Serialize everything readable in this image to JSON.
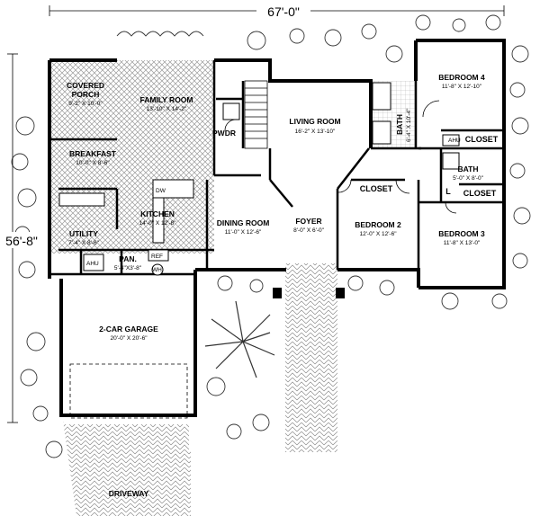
{
  "overall": {
    "width": "67'-0\"",
    "depth": "56'-8\""
  },
  "rooms": {
    "covered_porch": {
      "name_line1": "COVERED",
      "name_line2": "PORCH",
      "dims": "9'-2\" X 10'-0\""
    },
    "family_room": {
      "name": "FAMILY ROOM",
      "dims": "13'-10\" X 14'-2\""
    },
    "pwdr": {
      "name": "PWDR"
    },
    "living_room": {
      "name": "LIVING ROOM",
      "dims": "16'-2\" X 13'-10\""
    },
    "breakfast": {
      "name": "BREAKFAST",
      "dims": "10'-0\" X 8'-6\""
    },
    "kitchen": {
      "name": "KITCHEN",
      "dims": "14'-0\" X 12'-8\""
    },
    "dining_room": {
      "name": "DINING ROOM",
      "dims": "11'-0\" X 12'-6\""
    },
    "foyer": {
      "name": "FOYER",
      "dims": "8'-0\" X 6'-0\""
    },
    "utility": {
      "name": "UTILITY",
      "dims": "7'-4\" X 8'-6\""
    },
    "pan": {
      "name": "PAN.",
      "dims": "5'-4\"X3'-8\""
    },
    "garage": {
      "name": "2-CAR GARAGE",
      "dims": "20'-0\" X 20'-6\""
    },
    "driveway": {
      "name": "DRIVEWAY"
    },
    "bedroom2": {
      "name": "BEDROOM 2",
      "dims": "12'-0\" X 12'-6\""
    },
    "bedroom3": {
      "name": "BEDROOM 3",
      "dims": "11'-8\" X 13'-0\""
    },
    "bedroom4": {
      "name": "BEDROOM 4",
      "dims": "11'-8\" X 12'-10\""
    },
    "bath1": {
      "name": "BATH",
      "dims": "6'-4\" X 10'-4\""
    },
    "bath2": {
      "name": "BATH",
      "dims": "5'-0\" X 8'-0\""
    },
    "closet_b2": "CLOSET",
    "closet_b3": "CLOSET",
    "closet_b4": "CLOSET",
    "linen": "L"
  },
  "fixtures": {
    "ahu1": "AHU",
    "ahu2": "AHU",
    "wh": "WH",
    "ref": "REF",
    "dw": "DW"
  },
  "colors": {
    "wall": "#000000",
    "paving": "#888888",
    "planting": "#333333"
  }
}
